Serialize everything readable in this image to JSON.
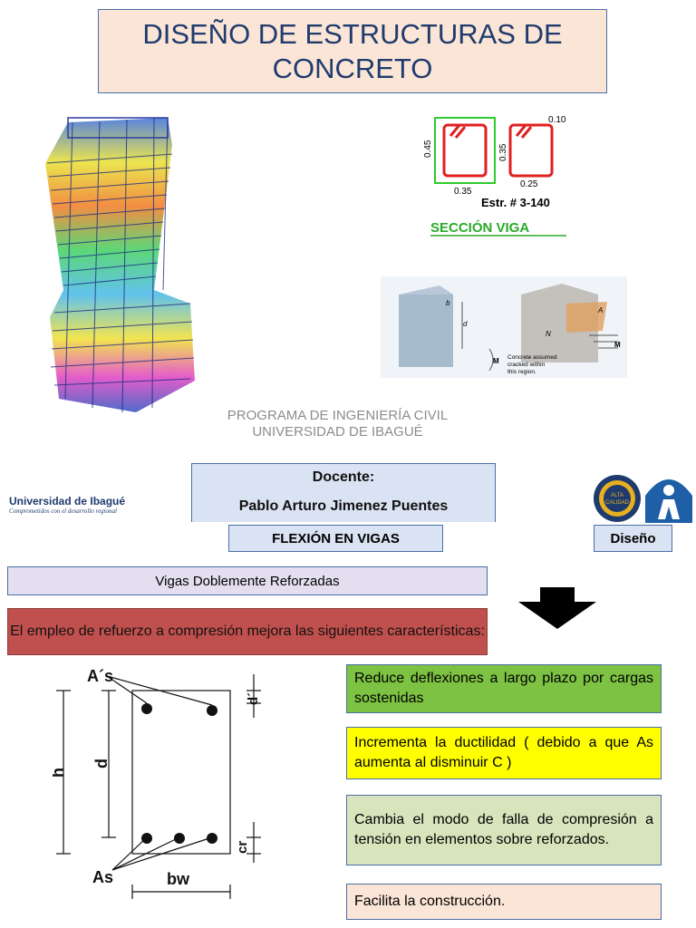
{
  "header": {
    "title": "DISEÑO DE ESTRUCTURAS DE CONCRETO"
  },
  "section_figure": {
    "dim_a": "0.45",
    "dim_b": "0.35",
    "dim_c": "0.35",
    "dim_d": "0.10",
    "dim_e": "0.25",
    "stirrup": "Estr. # 3-140",
    "caption": "SECCIÓN VIGA"
  },
  "textbook_figure": {
    "label_b": "b",
    "label_d": "d",
    "label_m1": "M",
    "label_m2": "M",
    "label_a": "A",
    "label_n": "N",
    "note_line1": "Concrete assumed",
    "note_line2": "cracked within",
    "note_line3": "this region."
  },
  "program": {
    "line1": "PROGRAMA DE INGENIERÍA CIVIL",
    "line2": "UNIVERSIDAD DE IBAGUÉ"
  },
  "docente": {
    "label": "Docente:",
    "name": "Pablo Arturo Jimenez Puentes"
  },
  "university_logo": {
    "name": "Universidad de Ibagué",
    "tagline": "Comprometidos con el desarrollo regional"
  },
  "badge": {
    "text_top": "ALTA",
    "text_bottom": "CALIDAD"
  },
  "tags": {
    "topic": "FLEXIÓN EN VIGAS",
    "area": "Diseño"
  },
  "subtitle": "Vigas Doblemente Reforzadas",
  "intro": "El empleo de refuerzo a compresión mejora las siguientes características:",
  "beam_diagram": {
    "as_top": "A´s",
    "d_prime": "d´",
    "h": "h",
    "d": "d",
    "cr": "cr",
    "as": "As",
    "bw": "bw"
  },
  "features": [
    "Reduce deflexiones a largo plazo por cargas sostenidas",
    "Incrementa la ductilidad ( debido a que As aumenta al disminuir C )",
    "Cambia el modo de falla de compresión a tensión en elementos sobre reforzados.",
    "Facilita la construcción."
  ],
  "colors": {
    "title_bg": "#fbe5d6",
    "tag_bg": "#dae3f3",
    "intro_bg": "#c0504d",
    "green": "#7dc242",
    "yellow": "#ffff00",
    "sage": "#d8e4bc"
  }
}
